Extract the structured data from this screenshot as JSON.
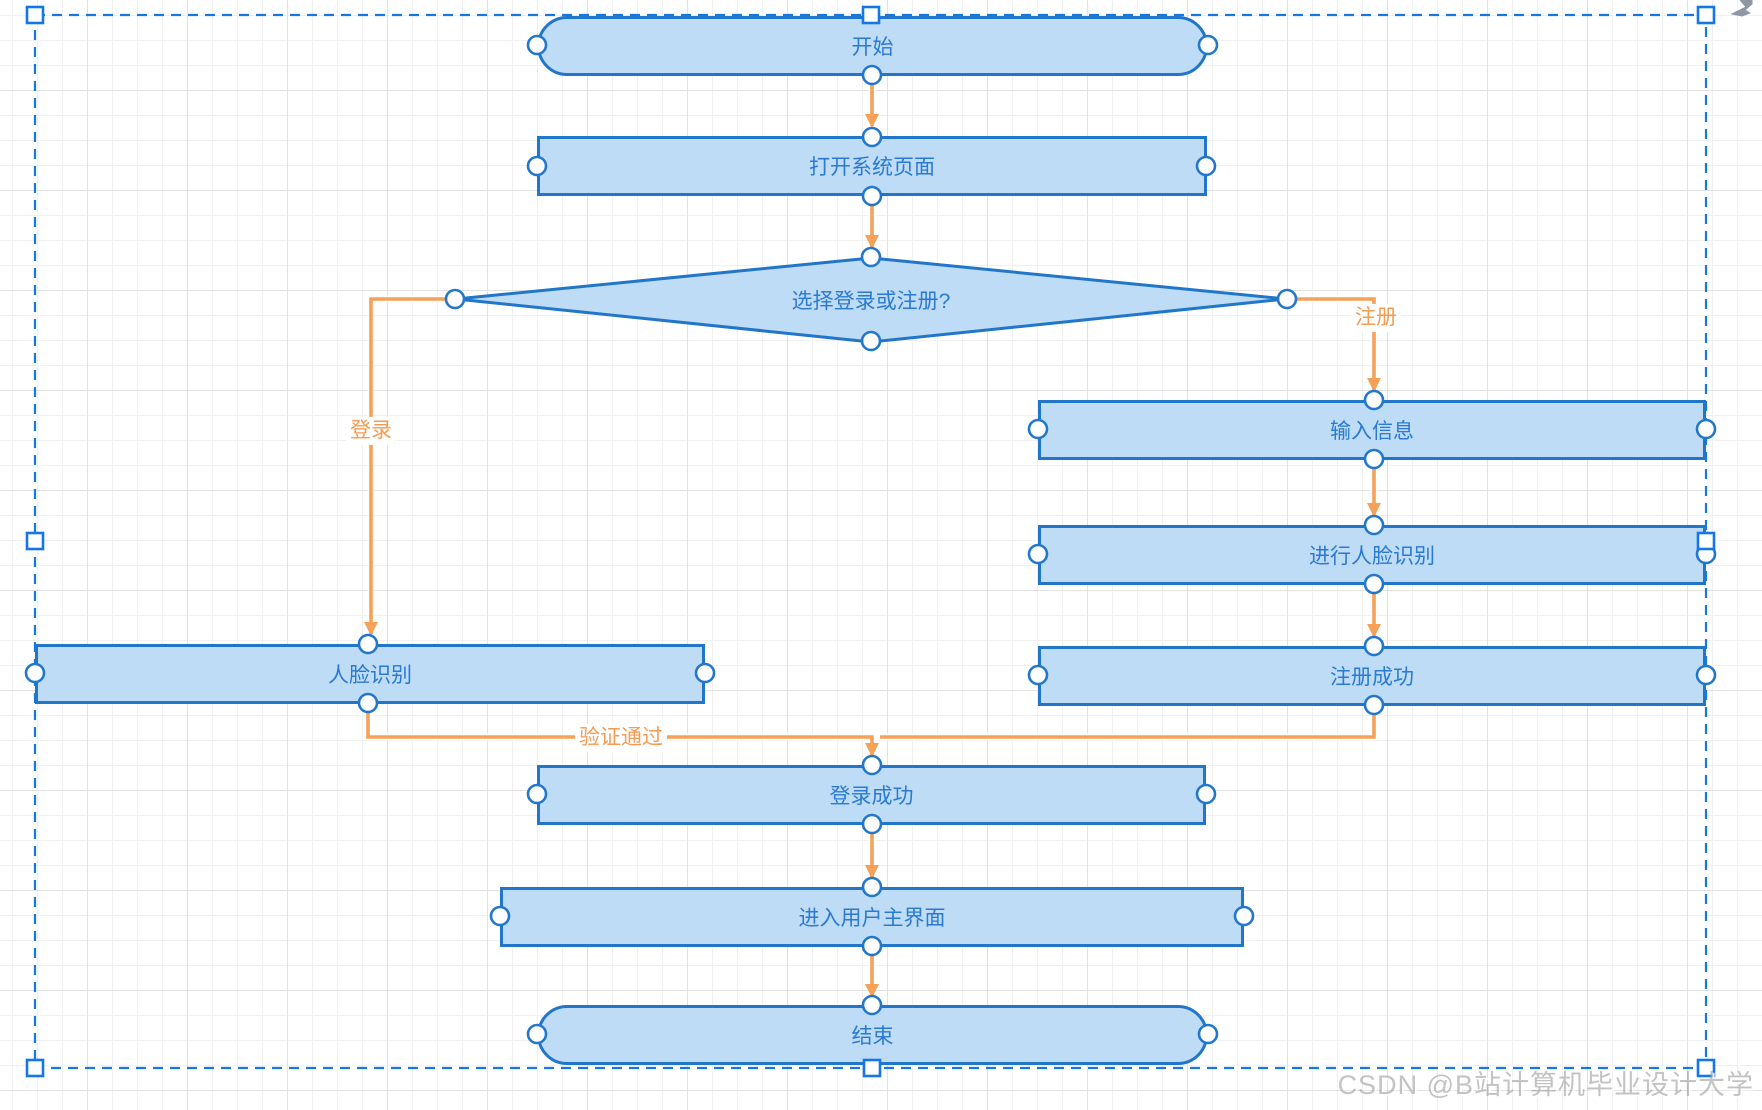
{
  "diagram": {
    "nodes": [
      {
        "id": "start",
        "shape": "stadium",
        "label": "开始"
      },
      {
        "id": "open-system-page",
        "shape": "process",
        "label": "打开系统页面"
      },
      {
        "id": "choose-login-or-register",
        "shape": "decision",
        "label": "选择登录或注册?"
      },
      {
        "id": "input-info",
        "shape": "process",
        "label": "输入信息"
      },
      {
        "id": "do-face-recognition",
        "shape": "process",
        "label": "进行人脸识别"
      },
      {
        "id": "register-success",
        "shape": "process",
        "label": "注册成功"
      },
      {
        "id": "face-recognition",
        "shape": "process",
        "label": "人脸识别"
      },
      {
        "id": "login-success",
        "shape": "process",
        "label": "登录成功"
      },
      {
        "id": "enter-user-main-ui",
        "shape": "process",
        "label": "进入用户主界面"
      },
      {
        "id": "end",
        "shape": "stadium",
        "label": "结束"
      }
    ],
    "edge_labels": {
      "login": "登录",
      "register": "注册",
      "verified": "验证通过"
    }
  },
  "watermark": {
    "text": "CSDN @B站计算机毕业设计大学"
  },
  "colors": {
    "node_fill": "#bedcf5",
    "node_stroke": "#2176c9",
    "node_text": "#2a7ad2",
    "arrow": "#f5a158",
    "edge_label_text": "#f59b53",
    "selection": "#1577e6",
    "grid_minor": "#f0f0f0",
    "grid_major": "#e2e2e2",
    "watermark_text": "#9e9e9e"
  }
}
